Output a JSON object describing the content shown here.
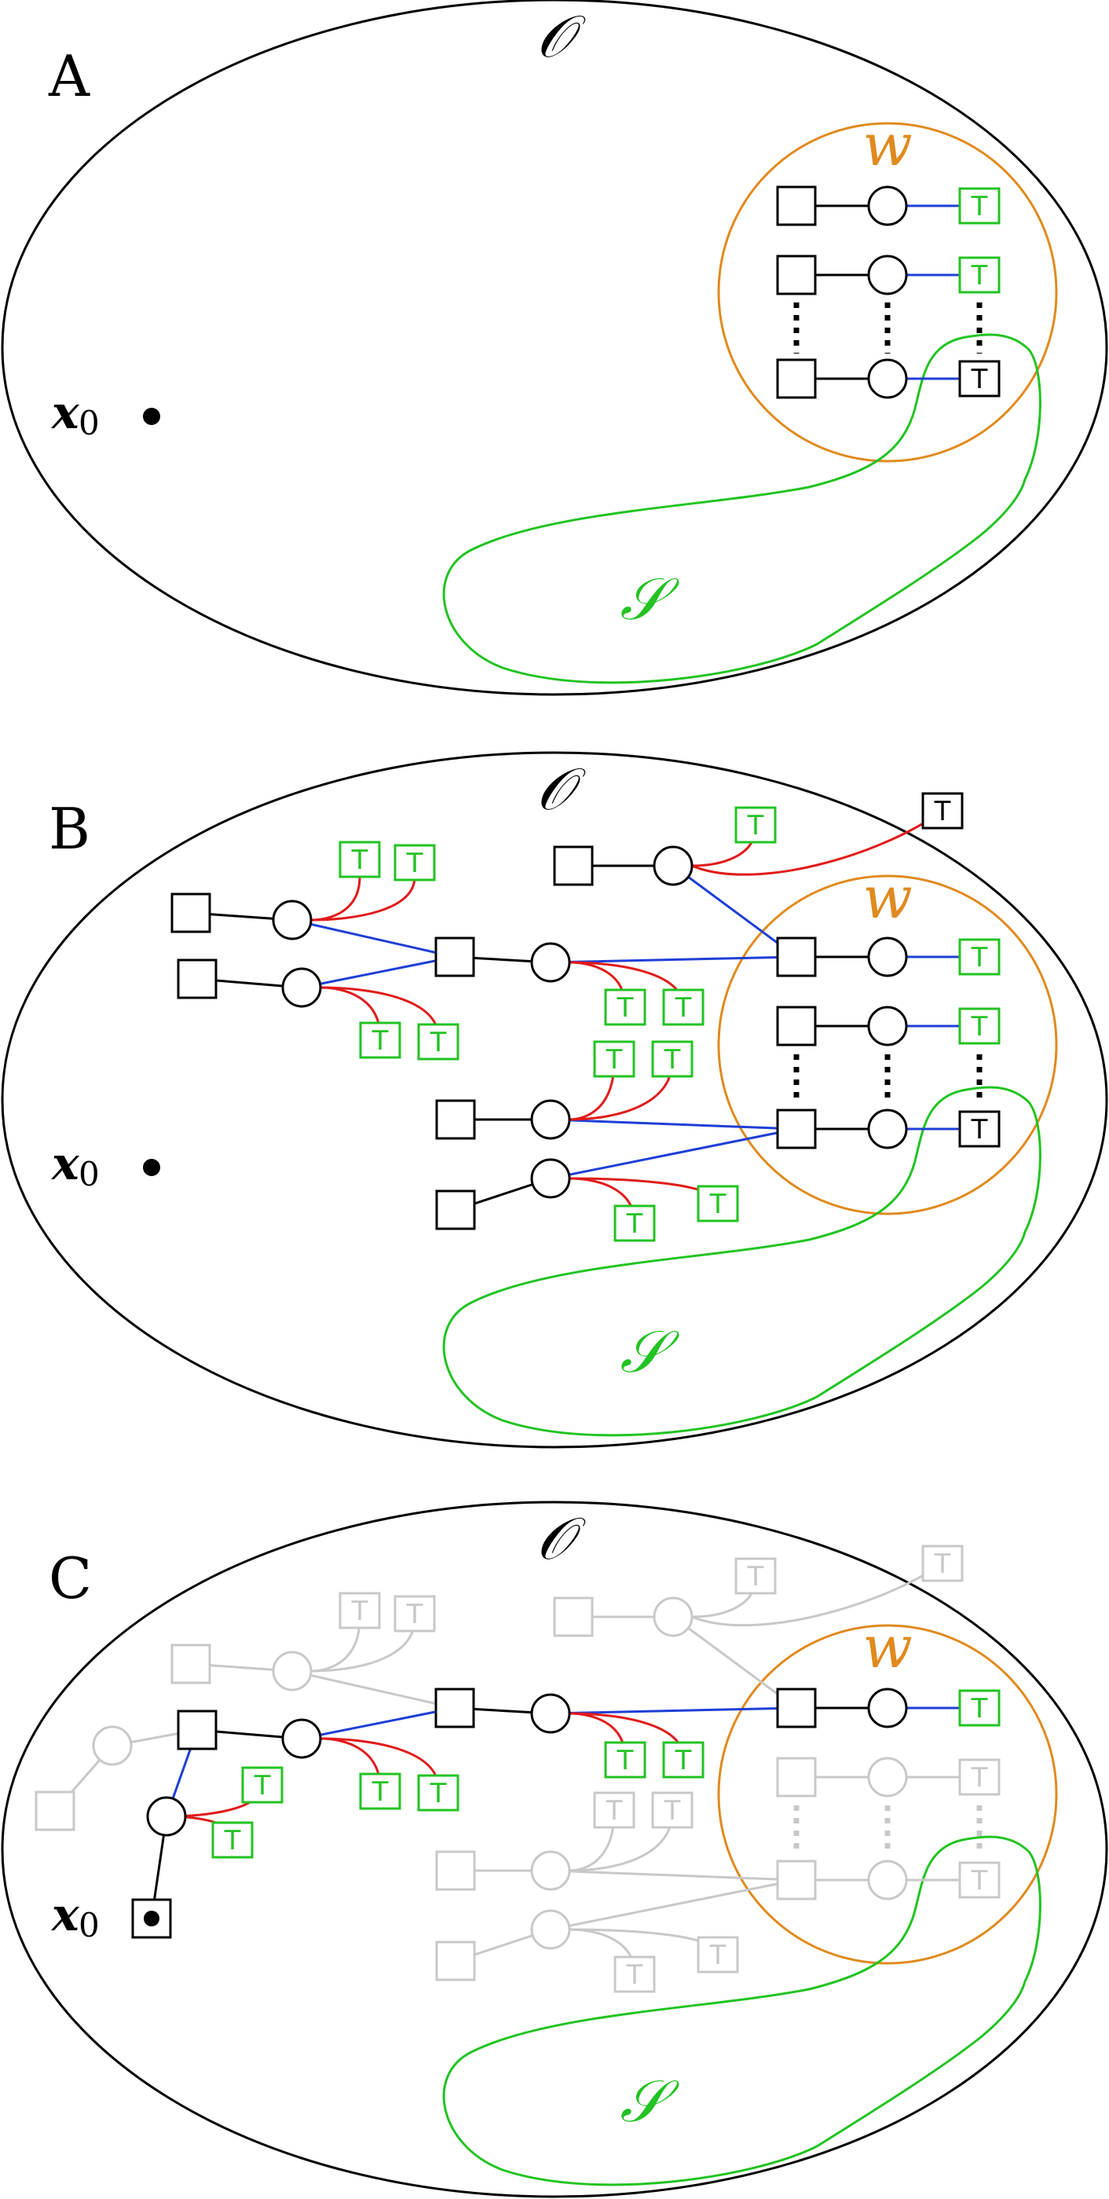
{
  "figure": {
    "panels": [
      {
        "label": "A",
        "region_label": "𝒪",
        "window_label": "w",
        "success_label": "𝒮",
        "start_label": "x",
        "start_subscript": "0"
      },
      {
        "label": "B",
        "region_label": "𝒪",
        "window_label": "w",
        "success_label": "𝒮",
        "start_label": "x",
        "start_subscript": "0"
      },
      {
        "label": "C",
        "region_label": "𝒪",
        "window_label": "w",
        "success_label": "𝒮",
        "start_label": "x",
        "start_subscript": "0"
      }
    ],
    "terminal_symbol": "T"
  },
  "colors": {
    "outline": "#000000",
    "window": "#e08a1e",
    "success": "#22c322",
    "terminal": "#22c322",
    "link_blue": "#1f3fd6",
    "link_red": "#e01b1b",
    "faded": "#c8c8c8"
  }
}
